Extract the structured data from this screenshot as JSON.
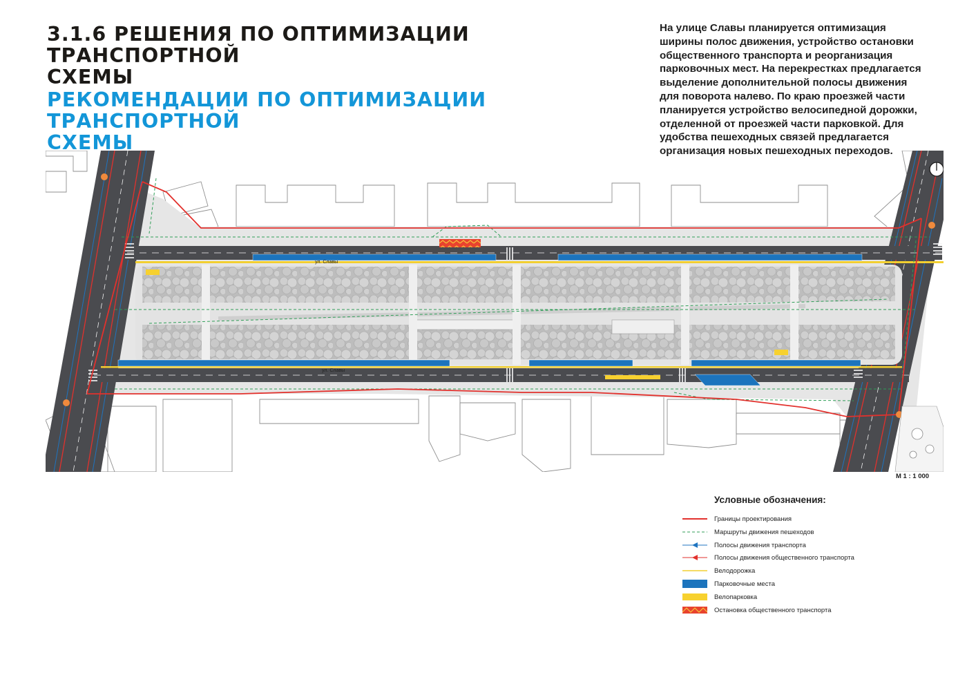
{
  "header": {
    "title_line1": "3.1.6 РЕШЕНИЯ ПО ОПТИМИЗАЦИИ ТРАНСПОРТНОЙ",
    "title_line2": "СХЕМЫ",
    "subtitle_line1": "РЕКОМЕНДАЦИИ ПО ОПТИМИЗАЦИИ ТРАНСПОРТНОЙ",
    "subtitle_line2": "СХЕМЫ"
  },
  "description": {
    "lines": [
      "На улице Славы планируется оптимизация",
      "ширины полос движения, устройство остановки",
      "общественного транспорта и реорганизация",
      "парковочных мест. На перекрестках предлагается",
      "выделение дополнительной полосы движения",
      "для поворота налево. По краю проезжей части",
      "планируется устройство велосипедной дорожки,",
      "отделенной от проезжей части парковкой. Для",
      "удобства пешеходных связей предлагается",
      "организация новых пешеходных переходов."
    ]
  },
  "map": {
    "street_label_north": "ул. Славы",
    "street_label_south": "ул. Славы",
    "north_arrow_icon": "north-arrow-icon",
    "scale": "М 1 : 1 000"
  },
  "colors": {
    "boundary": "#e2312d",
    "pedestrian_route": "#2f9e57",
    "traffic_lane": "#1f74c0",
    "public_transport_lane": "#e2312d",
    "bike_path": "#f2cf30",
    "parking": "#1c74bd",
    "bike_parking": "#f7d12f",
    "bus_stop": "#e8432e",
    "roadway": "#4a4b4f",
    "sidewalk": "#e6e6e6",
    "title_accent": "#1396d8"
  },
  "legend": {
    "title": "Условные обозначения:",
    "items": [
      {
        "label": "Границы проектирования",
        "symbol": "red-line"
      },
      {
        "label": "Маршруты движения пешеходов",
        "symbol": "green-dashed-line"
      },
      {
        "label": "Полосы движения транспорта",
        "symbol": "blue-arrow-line"
      },
      {
        "label": "Полосы движения общественного транспорта",
        "symbol": "red-arrow-line"
      },
      {
        "label": "Велодорожка",
        "symbol": "yellow-thin-line"
      },
      {
        "label": "Парковочные места",
        "symbol": "blue-box"
      },
      {
        "label": "Велопарковка",
        "symbol": "yellow-box"
      },
      {
        "label": "Остановка общественного транспорта",
        "symbol": "red-zigzag-box"
      }
    ]
  }
}
